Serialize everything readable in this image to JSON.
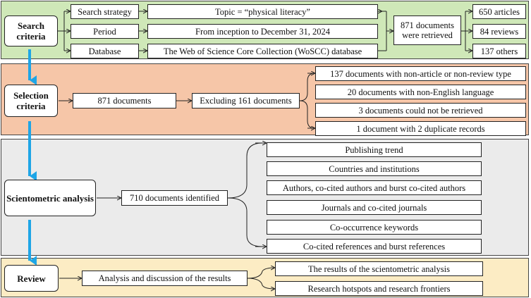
{
  "colors": {
    "search_band": "#cfe8b8",
    "selection_band": "#f6c6a8",
    "analysis_band": "#ebebeb",
    "review_band": "#fcecc4",
    "stage_arrow": "#1ea5e6",
    "connector": "#222222"
  },
  "search": {
    "stage_label": "Search criteria",
    "rows": [
      {
        "label": "Search  strategy",
        "value": "Topic = “physical literacy”"
      },
      {
        "label": "Period",
        "value": "From inception to December 31, 2024"
      },
      {
        "label": "Database",
        "value": "The Web of Science Core Collection (WoSCC) database"
      }
    ],
    "retrieved": "871 documents were retrieved",
    "types": [
      "650 articles",
      "84 reviews",
      "137 others"
    ]
  },
  "selection": {
    "stage_label": "Selection criteria",
    "start": "871 documents",
    "excluding": "Excluding 161 documents",
    "reasons": [
      "137 documents with non-article or non-review type",
      "20 documents with non-English language",
      "3 documents could not be retrieved",
      "1 document with 2 duplicate records"
    ]
  },
  "analysis": {
    "stage_label": "Scientometric analysis",
    "identified": "710 documents identified",
    "items": [
      "Publishing trend",
      "Countries and institutions",
      "Authors, co-cited authors and burst co-cited authors",
      "Journals and co-cited journals",
      "Co-occurrence keywords",
      "Co-cited references and burst references"
    ]
  },
  "review": {
    "stage_label": "Review",
    "discussion": "Analysis and discussion of the results",
    "outputs": [
      "The results of the scientometric analysis",
      "Research hotspots and research frontiers"
    ]
  }
}
